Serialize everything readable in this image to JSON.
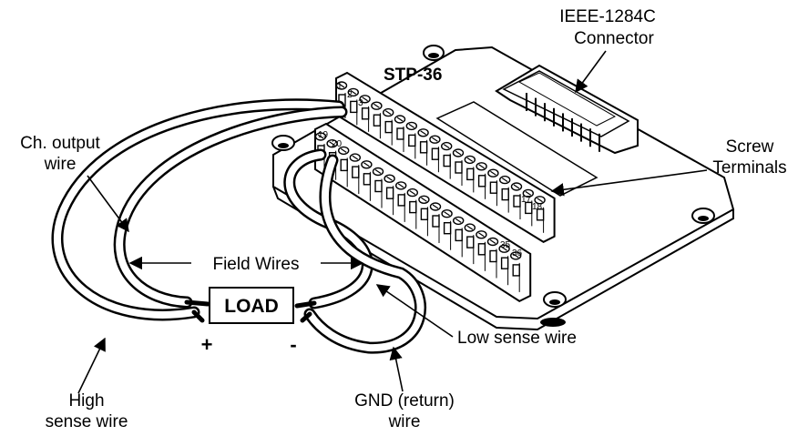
{
  "board": {
    "model": "STP-36",
    "connector_label_line1": "IEEE-1284C",
    "connector_label_line2": "Connector",
    "terminals_label_line1": "Screw",
    "terminals_label_line2": "Terminals",
    "terminal_numbers": {
      "t1": "1",
      "t2": "2",
      "t3": "3",
      "t17": "17",
      "t18": "18",
      "t19": "19",
      "t20": "20",
      "t35": "35",
      "t36": "36"
    }
  },
  "load": {
    "label": "LOAD",
    "plus": "+",
    "minus": "-"
  },
  "labels": {
    "ch_output_line1": "Ch. output",
    "ch_output_line2": "wire",
    "field_wires": "Field Wires",
    "low_sense": "Low sense wire",
    "high_sense_line1": "High",
    "high_sense_line2": "sense wire",
    "gnd_line1": "GND (return)",
    "gnd_line2": "wire"
  }
}
